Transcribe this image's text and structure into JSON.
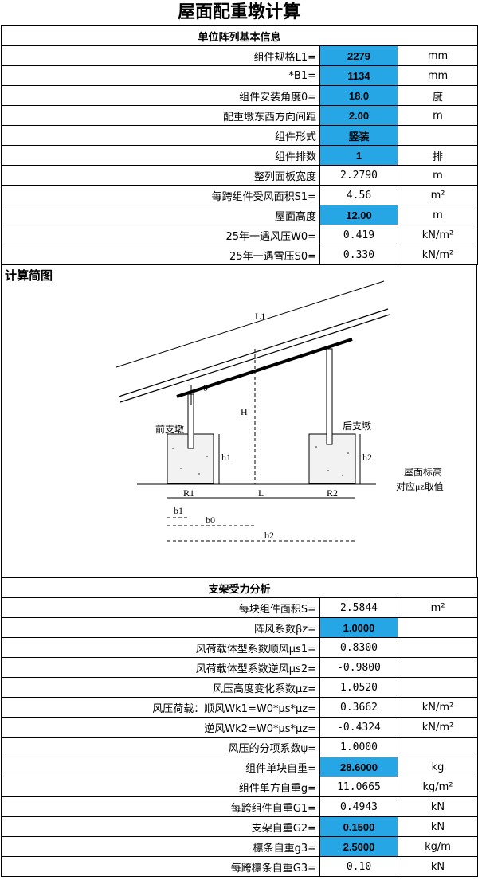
{
  "title": "屋面配重墩计算",
  "section1": "单位阵列基本信息",
  "rows1": [
    {
      "label": "组件规格L1=",
      "value": "2279",
      "unit": "mm",
      "input": true
    },
    {
      "label": "*B1=",
      "value": "1134",
      "unit": "mm",
      "input": true
    },
    {
      "label": "组件安装角度θ=",
      "value": "18.0",
      "unit": "度",
      "input": true
    },
    {
      "label": "配重墩东西方向间距",
      "value": "2.00",
      "unit": "m",
      "input": true
    },
    {
      "label": "组件形式",
      "value": "竖装",
      "unit": "",
      "input": true
    },
    {
      "label": "组件排数",
      "value": "1",
      "unit": "排",
      "input": true
    },
    {
      "label": "整列面板宽度",
      "value": "2.2790",
      "unit": "m",
      "input": false
    },
    {
      "label": "每跨组件受风面积S1=",
      "value": "4.56",
      "unit": "m²",
      "input": false
    },
    {
      "label": "屋面高度",
      "value": "12.00",
      "unit": "m",
      "input": true
    },
    {
      "label": "25年一遇风压W0=",
      "value": "0.419",
      "unit": "kN/m²",
      "input": false
    },
    {
      "label": "25年一遇雪压S0=",
      "value": "0.330",
      "unit": "kN/m²",
      "input": false
    }
  ],
  "diagram": {
    "title": "计算简图",
    "labels": {
      "L1": "L1",
      "H": "H",
      "theta": "θ",
      "h1": "h1",
      "h2": "h2",
      "R1": "R1",
      "R2": "R2",
      "L": "L",
      "b1": "b1",
      "b0": "b0",
      "b2": "b2",
      "front": "前支墩",
      "rear": "后支墩",
      "roof1": "屋面标高",
      "roof2": "对应μz取值"
    }
  },
  "section2": "支架受力分析",
  "rows2": [
    {
      "label": "每块组件面积S=",
      "value": "2.5844",
      "unit": "m²",
      "input": false
    },
    {
      "label": "阵风系数βz=",
      "value": "1.0000",
      "unit": "",
      "input": true
    },
    {
      "label": "风荷载体型系数顺风μs1=",
      "value": "0.8300",
      "unit": "",
      "input": false
    },
    {
      "label": "风荷载体型系数逆风μs2=",
      "value": "-0.9800",
      "unit": "",
      "input": false
    },
    {
      "label": "风压高度变化系数μz=",
      "value": "1.0520",
      "unit": "",
      "input": false
    },
    {
      "label": "风压荷载：顺风Wk1=W0*μs*μz=",
      "value": "0.3662",
      "unit": "kN/m²",
      "input": false
    },
    {
      "label": "逆风Wk2=W0*μs*μz=",
      "value": "-0.4324",
      "unit": "kN/m²",
      "input": false
    },
    {
      "label": "风压的分项系数ψ=",
      "value": "1.0000",
      "unit": "",
      "input": false
    },
    {
      "label": "组件单块自重=",
      "value": "28.6000",
      "unit": "kg",
      "input": true
    },
    {
      "label": "组件单方自重g=",
      "value": "11.0665",
      "unit": "kg/m²",
      "input": false
    },
    {
      "label": "每跨组件自重G1=",
      "value": "0.4943",
      "unit": "kN",
      "input": false
    },
    {
      "label": "支架自重G2=",
      "value": "0.1500",
      "unit": "kN",
      "input": true
    },
    {
      "label": "檩条自重g3=",
      "value": "2.5000",
      "unit": "kg/m",
      "input": true
    },
    {
      "label": "每跨檩条自重G3=",
      "value": "0.10",
      "unit": "kN",
      "input": false
    }
  ]
}
